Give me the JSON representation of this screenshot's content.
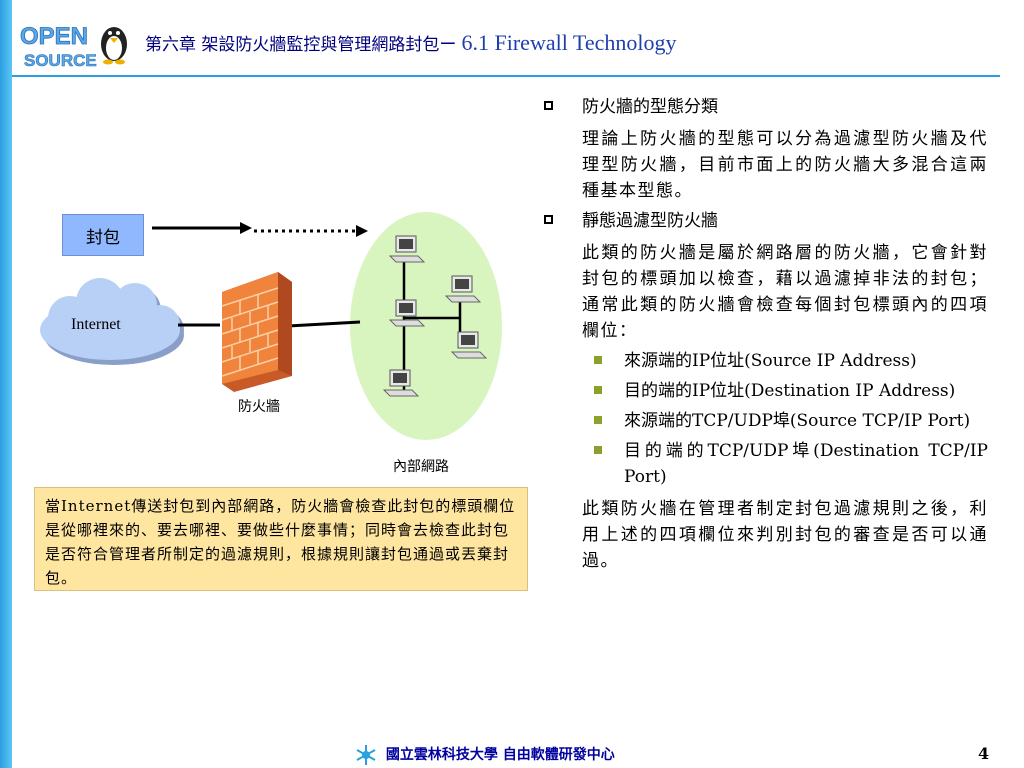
{
  "header": {
    "title_cn": "第六章 架設防火牆監控與管理網路封包ー",
    "title_en": "6.1 Firewall Technology"
  },
  "logo": {
    "text_top": "OPEN",
    "text_bottom": "SOURCE"
  },
  "diagram": {
    "packet_label": "封包",
    "internet_label": "Internet",
    "firewall_label": "防火牆",
    "network_label": "內部網路"
  },
  "note": "當Internet傳送封包到內部網路，防火牆會檢查此封包的標頭欄位是從哪裡來的、要去哪裡、要做些什麼事情；同時會去檢查此封包是否符合管理者所制定的過濾規則，根據規則讓封包通過或丟棄封包。",
  "content": {
    "s1_title": "防火牆的型態分類",
    "s1_para": "理論上防火牆的型態可以分為過濾型防火牆及代理型防火牆，目前市面上的防火牆大多混合這兩種基本型態。",
    "s2_title": "靜態過濾型防火牆",
    "s2_para": "此類的防火牆是屬於網路層的防火牆，它會針對封包的標頭加以檢查，藉以過濾掉非法的封包；通常此類的防火牆會檢查每個封包標頭內的四項欄位：",
    "fields": [
      "來源端的IP位址(Source IP Address)",
      "目的端的IP位址(Destination IP Address)",
      "來源端的TCP/UDP埠(Source TCP/IP Port)",
      "目的端的TCP/UDP埠(Destination TCP/IP Port)"
    ],
    "closing": "此類防火牆在管理者制定封包過濾規則之後，利用上述的四項欄位來判別封包的審查是否可以通過。"
  },
  "footer": {
    "org": "國立雲林科技大學",
    "center": "自由軟體研發中心",
    "page": "4"
  },
  "colors": {
    "accent": "#2aa0e0",
    "title_en": "#1f3fae",
    "note_bg": "#ffe6a0",
    "network_bg": "#d8f5c0",
    "bullet2": "#8aa12e"
  }
}
